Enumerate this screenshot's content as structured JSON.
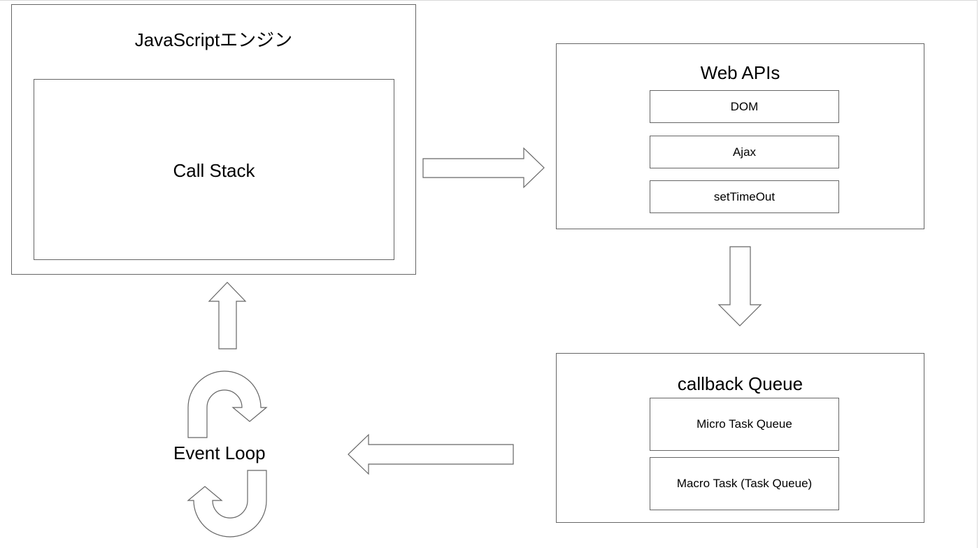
{
  "engine": {
    "title": "JavaScriptエンジン",
    "call_stack": "Call Stack"
  },
  "web_apis": {
    "title": "Web APIs",
    "items": [
      "DOM",
      "Ajax",
      "setTimeOut"
    ]
  },
  "callback_queue": {
    "title": "callback Queue",
    "items": [
      "Micro Task Queue",
      "Macro Task (Task Queue)"
    ]
  },
  "event_loop": {
    "label": "Event Loop"
  },
  "colors": {
    "stroke": "#666666",
    "fill": "#ffffff"
  }
}
